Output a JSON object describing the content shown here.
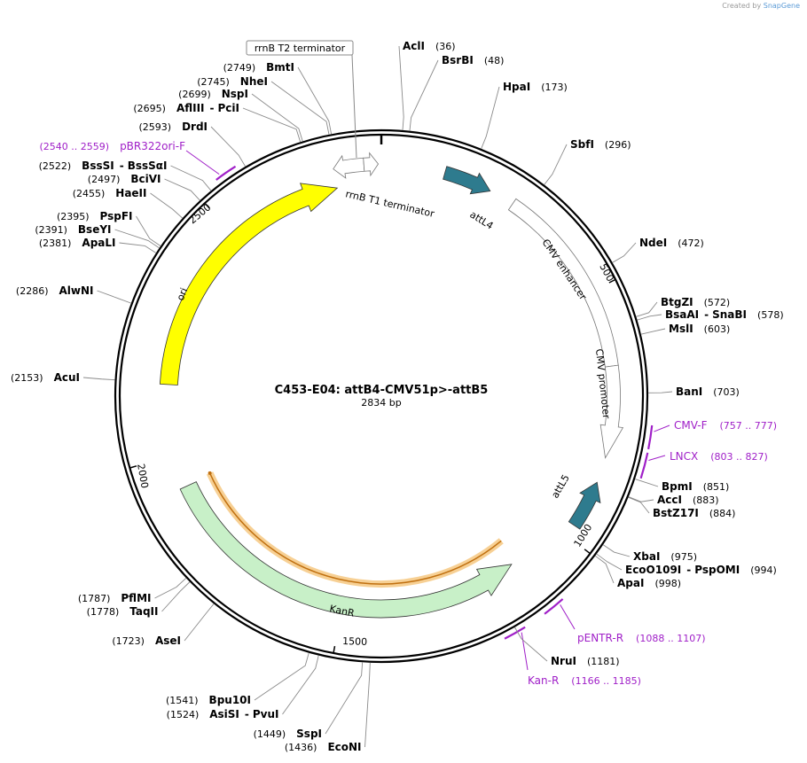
{
  "credit": {
    "prefix": "Created by",
    "brand": "SnapGene"
  },
  "plasmid": {
    "name": "C453-E04: attB4-CMV51p>-attB5",
    "size_label": "2834 bp",
    "length": 2834
  },
  "ticks": [
    {
      "pos": 500,
      "label": "500"
    },
    {
      "pos": 1000,
      "label": "1000"
    },
    {
      "pos": 1500,
      "label": "1500"
    },
    {
      "pos": 2000,
      "label": "2000"
    },
    {
      "pos": 2500,
      "label": "2500"
    },
    {
      "pos": 0,
      "label": ""
    }
  ],
  "features": [
    {
      "name": "rrnB T1 terminator",
      "start": 2740,
      "end": 2800,
      "dir": -1,
      "ring": "outer",
      "color": "#ffffff",
      "label": "rrnB T1 terminator"
    },
    {
      "name": "rrnB T2 terminator",
      "start": 2800,
      "end": 2828,
      "dir": 1,
      "ring": "outer",
      "color": "#ffffff",
      "label": "rrnB T2 terminator"
    },
    {
      "name": "attL4",
      "start": 125,
      "end": 220,
      "dir": 1,
      "ring": "outer",
      "color": "#2e7b8e",
      "label": "attL4"
    },
    {
      "name": "CMV enhancer",
      "start": 270,
      "end": 650,
      "dir": 0,
      "ring": "outer",
      "color": "#ffffff",
      "label": "CMV enhancer"
    },
    {
      "name": "CMV promoter",
      "start": 650,
      "end": 830,
      "dir": 1,
      "ring": "outer",
      "color": "#ffffff",
      "label": "CMV promoter"
    },
    {
      "name": "attL5",
      "start": 880,
      "end": 975,
      "dir": -1,
      "ring": "outer",
      "color": "#2e7b8e",
      "label": "attL5"
    },
    {
      "name": "KanR",
      "start": 1120,
      "end": 1930,
      "dir": -1,
      "ring": "inner",
      "color": "#c8f0c8",
      "label": "KanR"
    },
    {
      "name": "ori",
      "start": 2150,
      "end": 2740,
      "dir": 1,
      "ring": "inner",
      "color": "#ffff00",
      "label": "ori"
    }
  ],
  "orf": {
    "start": 1105,
    "end": 1935,
    "label": ""
  },
  "primers": [
    {
      "name": "pBR322ori-F",
      "range": "(2540 .. 2559)",
      "start": 2540,
      "end": 2559
    },
    {
      "name": "CMV-F",
      "range": "(757 .. 777)",
      "start": 757,
      "end": 777
    },
    {
      "name": "LNCX",
      "range": "(803 .. 827)",
      "start": 803,
      "end": 827
    },
    {
      "name": "pENTR-R",
      "range": "(1088 .. 1107)",
      "start": 1088,
      "end": 1107
    },
    {
      "name": "Kan-R",
      "range": "(1166 .. 1185)",
      "start": 1166,
      "end": 1185
    }
  ],
  "enzymes": [
    {
      "name": "AclI",
      "pos": "(36)",
      "site": 36
    },
    {
      "name": "BsrBI",
      "pos": "(48)",
      "site": 48
    },
    {
      "name": "HpaI",
      "pos": "(173)",
      "site": 173
    },
    {
      "name": "SbfI",
      "pos": "(296)",
      "site": 296
    },
    {
      "name": "NdeI",
      "pos": "(472)",
      "site": 472
    },
    {
      "name": "BtgZI",
      "pos": "(572)",
      "site": 572
    },
    {
      "name": "BsaAI",
      "name2": "SnaBI",
      "pos": "(578)",
      "site": 578
    },
    {
      "name": "MslI",
      "pos": "(603)",
      "site": 603
    },
    {
      "name": "BanI",
      "pos": "(703)",
      "site": 703
    },
    {
      "name": "BpmI",
      "pos": "(851)",
      "site": 851
    },
    {
      "name": "AccI",
      "pos": "(883)",
      "site": 883
    },
    {
      "name": "BstZ17I",
      "pos": "(884)",
      "site": 884
    },
    {
      "name": "XbaI",
      "pos": "(975)",
      "site": 975
    },
    {
      "name": "EcoO109I",
      "name2": "PspOMI",
      "pos": "(994)",
      "site": 994
    },
    {
      "name": "ApaI",
      "pos": "(998)",
      "site": 998
    },
    {
      "name": "NruI",
      "pos": "(1181)",
      "site": 1181
    },
    {
      "name": "EcoNI",
      "pos": "(1436)",
      "site": 1436
    },
    {
      "name": "SspI",
      "pos": "(1449)",
      "site": 1449
    },
    {
      "name": "AsiSI",
      "name2": "PvuI",
      "pos": "(1524)",
      "site": 1524
    },
    {
      "name": "Bpu10I",
      "pos": "(1541)",
      "site": 1541
    },
    {
      "name": "AseI",
      "pos": "(1723)",
      "site": 1723
    },
    {
      "name": "TaqII",
      "pos": "(1778)",
      "site": 1778
    },
    {
      "name": "PflMI",
      "pos": "(1787)",
      "site": 1787
    },
    {
      "name": "AcuI",
      "pos": "(2153)",
      "site": 2153
    },
    {
      "name": "AlwNI",
      "pos": "(2286)",
      "site": 2286
    },
    {
      "name": "ApaLI",
      "pos": "(2381)",
      "site": 2381
    },
    {
      "name": "BseYI",
      "pos": "(2391)",
      "site": 2391
    },
    {
      "name": "PspFI",
      "pos": "(2395)",
      "site": 2395
    },
    {
      "name": "HaeII",
      "pos": "(2455)",
      "site": 2455
    },
    {
      "name": "BciVI",
      "pos": "(2497)",
      "site": 2497
    },
    {
      "name": "BssSI",
      "name2": "BssSαI",
      "pos": "(2522)",
      "site": 2522
    },
    {
      "name": "DrdI",
      "pos": "(2593)",
      "site": 2593
    },
    {
      "name": "AflIII",
      "name2": "PciI",
      "pos": "(2695)",
      "site": 2695
    },
    {
      "name": "NspI",
      "pos": "(2699)",
      "site": 2699
    },
    {
      "name": "NheI",
      "pos": "(2745)",
      "site": 2745
    },
    {
      "name": "BmtI",
      "pos": "(2749)",
      "site": 2749
    }
  ],
  "colors": {
    "primer": "#a020c8",
    "orf": "#e8a020",
    "backbone": "#000000"
  }
}
